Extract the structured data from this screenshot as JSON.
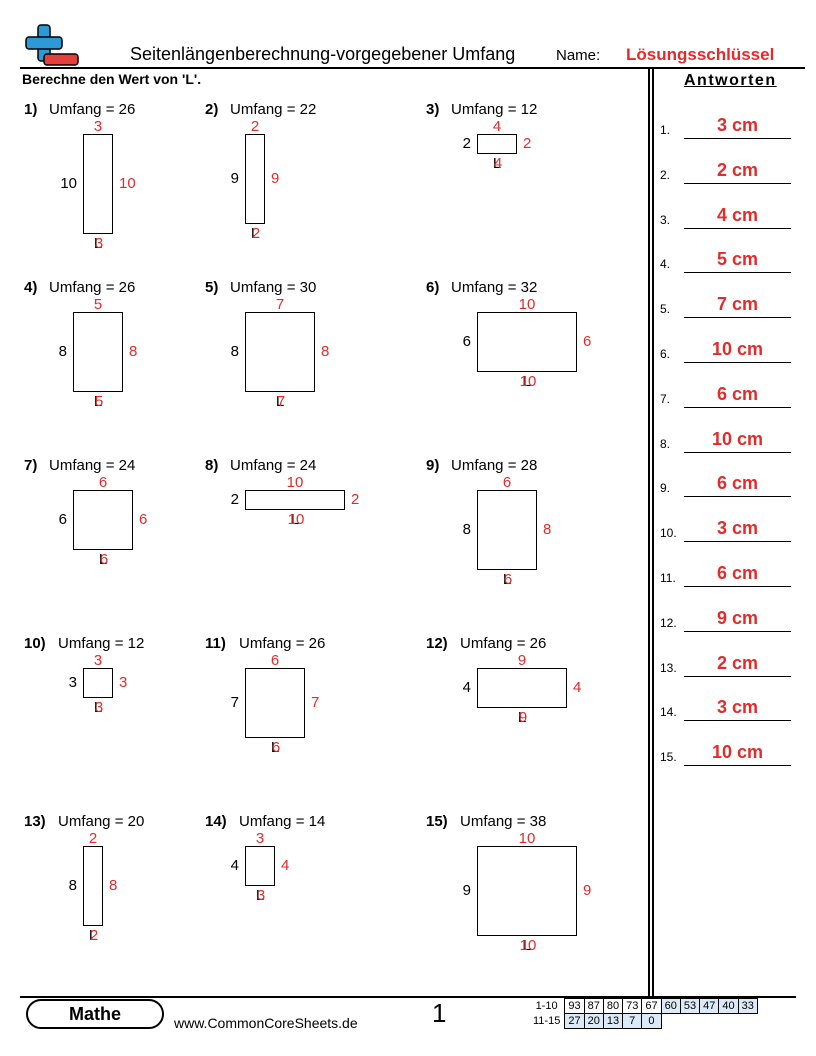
{
  "header": {
    "title": "Seitenlängenberechnung-vorgegebener Umfang",
    "name_label": "Name:",
    "answer_key_label": "Lösungsschlüssel"
  },
  "instructions": "Berechne den Wert von 'L'.",
  "answers_heading": "Antworten",
  "colors": {
    "answer_red": "#e32b2b",
    "scoring_blue": "#dce9f7",
    "logo_blue": "#2c9ad6",
    "logo_red": "#e2403b"
  },
  "problems": [
    {
      "number": "1)",
      "perimeter": "Umfang = 26",
      "left": "10",
      "right": "10",
      "top": "3",
      "bottom_black": "L",
      "bottom_red": "3"
    },
    {
      "number": "2)",
      "perimeter": "Umfang = 22",
      "left": "9",
      "right": "9",
      "top": "2",
      "bottom_black": "L",
      "bottom_red": "2"
    },
    {
      "number": "3)",
      "perimeter": "Umfang = 12",
      "left": "2",
      "right": "2",
      "top": "4",
      "bottom_black": "L",
      "bottom_red": "4"
    },
    {
      "number": "4)",
      "perimeter": "Umfang = 26",
      "left": "8",
      "right": "8",
      "top": "5",
      "bottom_black": "L",
      "bottom_red": "5"
    },
    {
      "number": "5)",
      "perimeter": "Umfang = 30",
      "left": "8",
      "right": "8",
      "top": "7",
      "bottom_black": "L",
      "bottom_red": "7"
    },
    {
      "number": "6)",
      "perimeter": "Umfang = 32",
      "left": "6",
      "right": "6",
      "top": "10",
      "bottom_black": "L",
      "bottom_red": "10"
    },
    {
      "number": "7)",
      "perimeter": "Umfang = 24",
      "left": "6",
      "right": "6",
      "top": "6",
      "bottom_black": "L",
      "bottom_red": "6"
    },
    {
      "number": "8)",
      "perimeter": "Umfang = 24",
      "left": "2",
      "right": "2",
      "top": "10",
      "bottom_black": "L",
      "bottom_red": "10"
    },
    {
      "number": "9)",
      "perimeter": "Umfang = 28",
      "left": "8",
      "right": "8",
      "top": "6",
      "bottom_black": "L",
      "bottom_red": "6"
    },
    {
      "number": "10)",
      "perimeter": "Umfang = 12",
      "left": "3",
      "right": "3",
      "top": "3",
      "bottom_black": "L",
      "bottom_red": "3"
    },
    {
      "number": "11)",
      "perimeter": "Umfang = 26",
      "left": "7",
      "right": "7",
      "top": "6",
      "bottom_black": "L",
      "bottom_red": "6"
    },
    {
      "number": "12)",
      "perimeter": "Umfang = 26",
      "left": "4",
      "right": "4",
      "top": "9",
      "bottom_black": "L",
      "bottom_red": "9"
    },
    {
      "number": "13)",
      "perimeter": "Umfang = 20",
      "left": "8",
      "right": "8",
      "top": "2",
      "bottom_black": "L",
      "bottom_red": "2"
    },
    {
      "number": "14)",
      "perimeter": "Umfang = 14",
      "left": "4",
      "right": "4",
      "top": "3",
      "bottom_black": "L",
      "bottom_red": "3"
    },
    {
      "number": "15)",
      "perimeter": "Umfang = 38",
      "left": "9",
      "right": "9",
      "top": "10",
      "bottom_black": "L",
      "bottom_red": "10"
    }
  ],
  "answers": [
    {
      "n": "1.",
      "v": "3 cm"
    },
    {
      "n": "2.",
      "v": "2 cm"
    },
    {
      "n": "3.",
      "v": "4 cm"
    },
    {
      "n": "4.",
      "v": "5 cm"
    },
    {
      "n": "5.",
      "v": "7 cm"
    },
    {
      "n": "6.",
      "v": "10 cm"
    },
    {
      "n": "7.",
      "v": "6 cm"
    },
    {
      "n": "8.",
      "v": "10 cm"
    },
    {
      "n": "9.",
      "v": "6 cm"
    },
    {
      "n": "10.",
      "v": "3 cm"
    },
    {
      "n": "11.",
      "v": "6 cm"
    },
    {
      "n": "12.",
      "v": "9 cm"
    },
    {
      "n": "13.",
      "v": "2 cm"
    },
    {
      "n": "14.",
      "v": "3 cm"
    },
    {
      "n": "15.",
      "v": "10 cm"
    }
  ],
  "footer": {
    "subject": "Mathe",
    "website": "www.CommonCoreSheets.de",
    "page": "1",
    "score_rows": [
      {
        "label": "1-10",
        "values": [
          "93",
          "87",
          "80",
          "73",
          "67",
          "60",
          "53",
          "47",
          "40",
          "33"
        ]
      },
      {
        "label": "11-15",
        "values": [
          "27",
          "20",
          "13",
          "7",
          "0"
        ]
      }
    ]
  }
}
